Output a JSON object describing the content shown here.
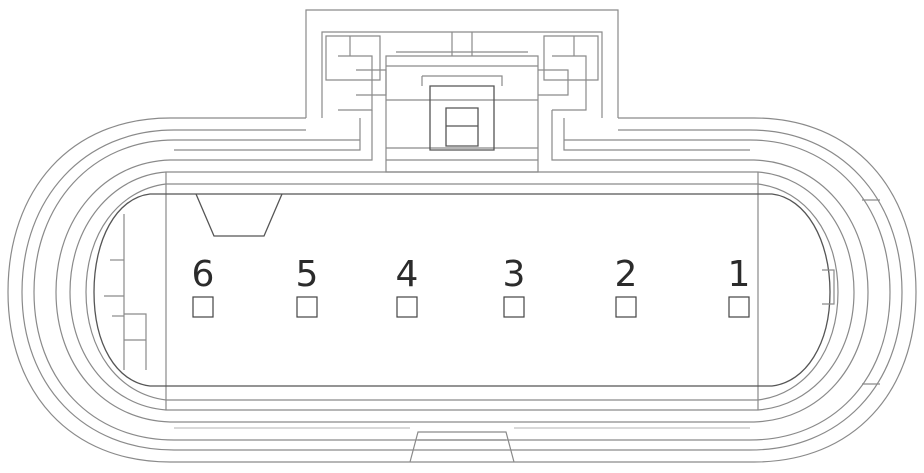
{
  "connector": {
    "pins": [
      {
        "number": "6"
      },
      {
        "number": "5"
      },
      {
        "number": "4"
      },
      {
        "number": "3"
      },
      {
        "number": "2"
      },
      {
        "number": "1"
      }
    ]
  },
  "colors": {
    "outline": "#8a8a8a",
    "label": "#2b2b2b",
    "background": "#ffffff"
  }
}
